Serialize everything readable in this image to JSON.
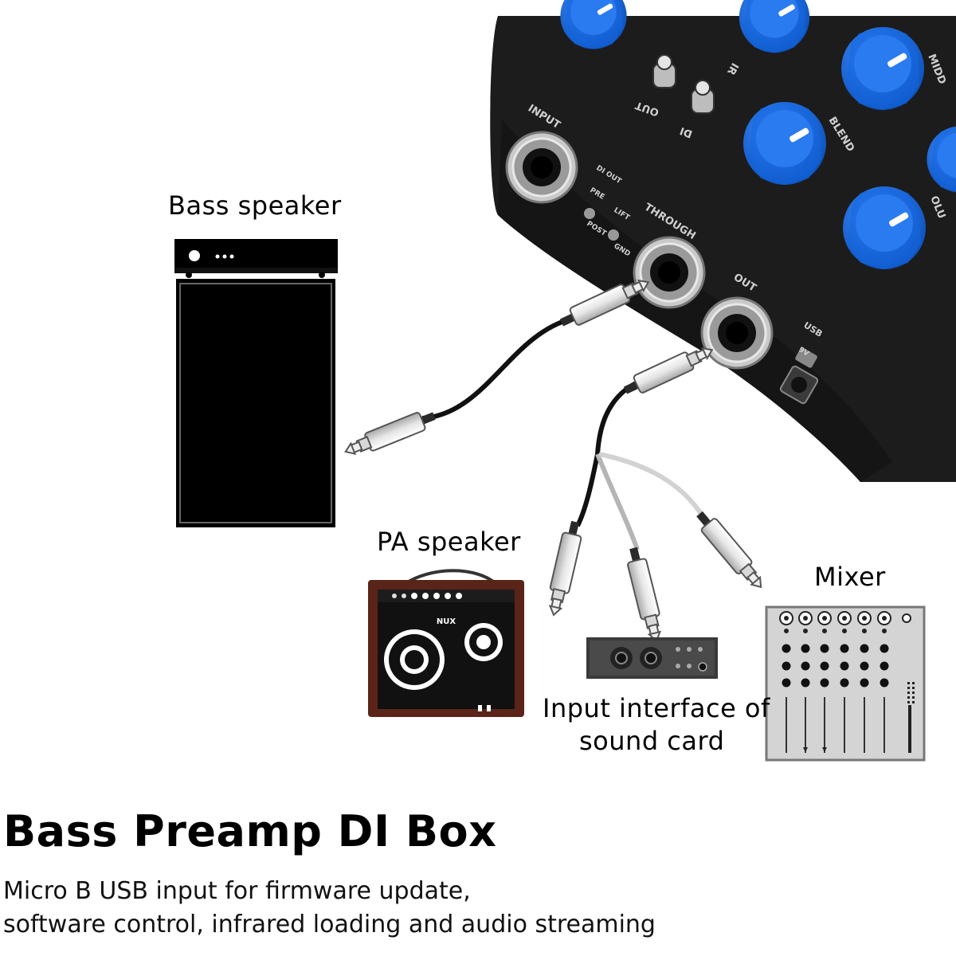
{
  "labels": {
    "bass_speaker": "Bass speaker",
    "pa_speaker": "PA speaker",
    "mixer": "Mixer",
    "interface_line1": "Input interface of",
    "interface_line2": "sound card"
  },
  "pedal": {
    "input": "INPUT",
    "through": "THROUGH",
    "out": "OUT",
    "usb": "USB",
    "ir": "IR",
    "blend": "BLEND",
    "middle": "MIDD",
    "volume": "OLU",
    "toggle_out": "OUT",
    "toggle_di": "DI",
    "pre": "PRE",
    "lift": "LIFT",
    "dc_out": "DI OUT",
    "post": "POST",
    "gnd": "GND",
    "dc": "9V"
  },
  "amp_brand": "NUX",
  "footer": {
    "title": "Bass Preamp DI Box",
    "description_line1": "Micro B USB input for firmware update,",
    "description_line2": "software control, infrared loading and audio streaming"
  },
  "colors": {
    "knob_blue": "#1565d8",
    "pedal_body": "#1c1c1c",
    "amp_wood": "#5a2418",
    "mixer_gray": "#d4d4d4"
  }
}
